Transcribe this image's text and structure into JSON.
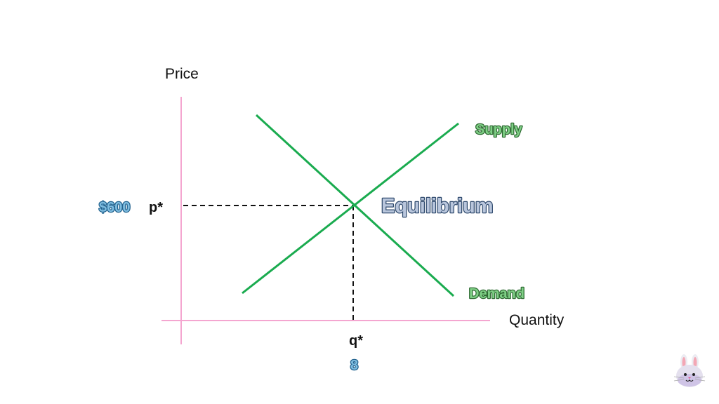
{
  "diagram": {
    "y_axis_label": "Price",
    "x_axis_label": "Quantity",
    "price_value": "$600",
    "price_symbol": "p*",
    "quantity_symbol": "q*",
    "quantity_value": "8",
    "equilibrium_label": "Equilibrium",
    "supply_label": "Supply",
    "demand_label": "Demand"
  },
  "colors": {
    "axes": "#f4a6d0",
    "curves": "#1aab4f",
    "value_labels": "#3a8fc0",
    "equilibrium": "#2f4a6d",
    "curve_labels": "#2e7d32"
  },
  "icons": {
    "mascot": "bunny-face-icon"
  }
}
